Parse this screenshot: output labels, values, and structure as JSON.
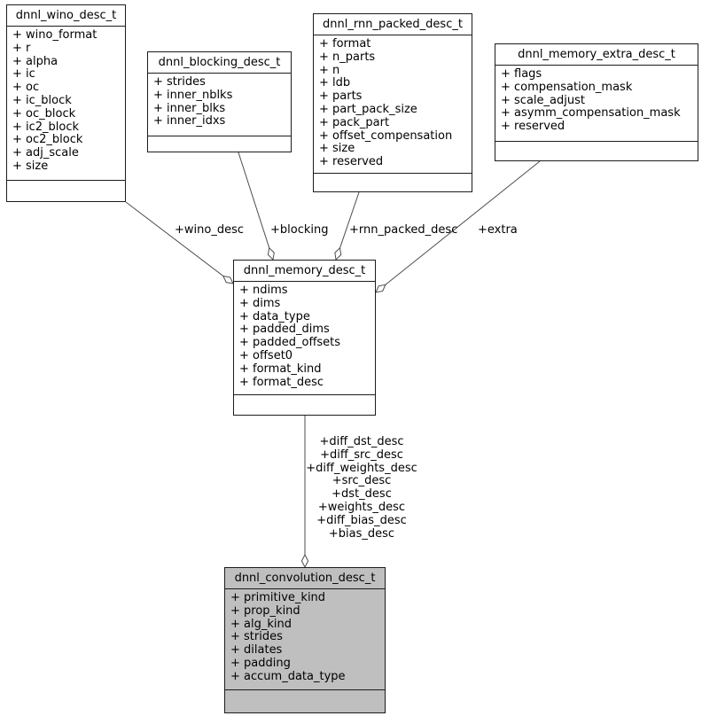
{
  "diagram": {
    "background_color": "#ffffff",
    "node_border_color": "#1c1c1c",
    "node_fill_color": "#ffffff",
    "highlight_fill_color": "#bfbfbf",
    "edge_color": "#4c4c4c",
    "text_color": "#000000"
  },
  "classes": [
    {
      "title": "dnnl_wino_desc_t",
      "fields": [
        "+ wino_format",
        "+ r",
        "+ alpha",
        "+ ic",
        "+ oc",
        "+ ic_block",
        "+ oc_block",
        "+ ic2_block",
        "+ oc2_block",
        "+ adj_scale",
        "+ size"
      ]
    },
    {
      "title": "dnnl_blocking_desc_t",
      "fields": [
        "+ strides",
        "+ inner_nblks",
        "+ inner_blks",
        "+ inner_idxs"
      ]
    },
    {
      "title": "dnnl_rnn_packed_desc_t",
      "fields": [
        "+ format",
        "+ n_parts",
        "+ n",
        "+ ldb",
        "+ parts",
        "+ part_pack_size",
        "+ pack_part",
        "+ offset_compensation",
        "+ size",
        "+ reserved"
      ]
    },
    {
      "title": "dnnl_memory_extra_desc_t",
      "fields": [
        "+ flags",
        "+ compensation_mask",
        "+ scale_adjust",
        "+ asymm_compensation_mask",
        "+ reserved"
      ]
    },
    {
      "title": "dnnl_memory_desc_t",
      "fields": [
        "+ ndims",
        "+ dims",
        "+ data_type",
        "+ padded_dims",
        "+ padded_offsets",
        "+ offset0",
        "+ format_kind",
        "+ format_desc"
      ]
    },
    {
      "title": "dnnl_convolution_desc_t",
      "fields": [
        "+ primitive_kind",
        "+ prop_kind",
        "+ alg_kind",
        "+ strides",
        "+ dilates",
        "+ padding",
        "+ accum_data_type"
      ]
    }
  ],
  "edges": {
    "wino": {
      "label": "+wino_desc"
    },
    "blocking": {
      "label": "+blocking"
    },
    "rnn": {
      "label": "+rnn_packed_desc"
    },
    "extra": {
      "label": "+extra"
    },
    "conv": {
      "labels": [
        "+diff_dst_desc",
        "+diff_src_desc",
        "+diff_weights_desc",
        "+src_desc",
        "+dst_desc",
        "+weights_desc",
        "+diff_bias_desc",
        "+bias_desc"
      ]
    }
  }
}
